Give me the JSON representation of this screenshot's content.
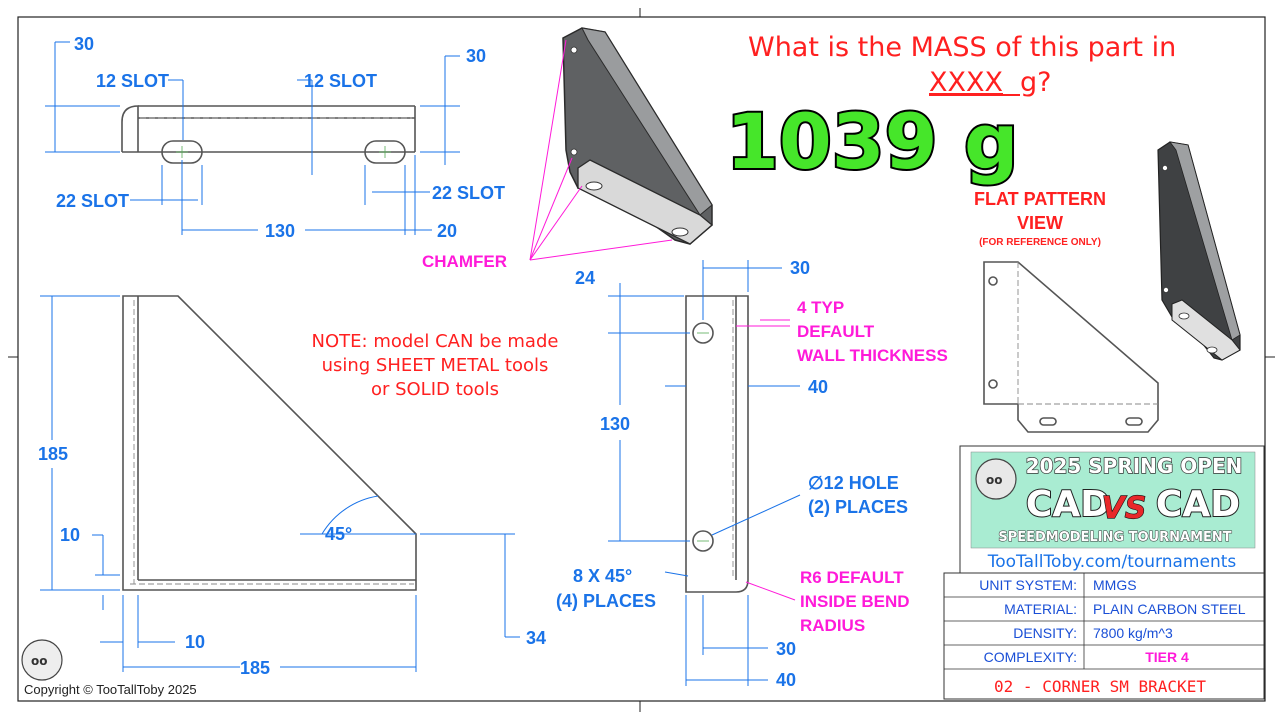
{
  "question": {
    "line1": "What is the MASS of this part in",
    "line2_underlined": "XXXX",
    "line2_suffix": " g?"
  },
  "answer": "1039 g",
  "top_view": {
    "dim_30_left": "30",
    "dim_30_right": "30",
    "slot_left": "12 SLOT",
    "slot_right": "12 SLOT",
    "slot22_left": "22 SLOT",
    "slot22_right": "22 SLOT",
    "dim_130": "130",
    "dim_20": "20"
  },
  "iso_callout": "CHAMFER",
  "front_view": {
    "dim_185_v": "185",
    "dim_10_v": "10",
    "angle": "45°",
    "dim_10_h": "10",
    "dim_185_h": "185",
    "dim_34": "34"
  },
  "note": {
    "line1": "NOTE:  model CAN be made",
    "line2": "using SHEET METAL tools",
    "line3": "or SOLID tools"
  },
  "side_view": {
    "dim_24": "24",
    "dim_30_top": "30",
    "dim_130": "130",
    "dim_40_mid": "40",
    "wall_1": "4 TYP",
    "wall_2": "DEFAULT",
    "wall_3": "WALL THICKNESS",
    "hole_1": "∅12 HOLE",
    "hole_2": "(2) PLACES",
    "chamfer_1": "8 X 45°",
    "chamfer_2": "(4) PLACES",
    "bend_1": "R6 DEFAULT",
    "bend_2": "INSIDE BEND",
    "bend_3": "RADIUS",
    "dim_30_bottom": "30",
    "dim_40_bottom": "40"
  },
  "flat_pattern": {
    "title1": "FLAT PATTERN",
    "title2": "VIEW",
    "subtitle": "(FOR REFERENCE ONLY)"
  },
  "banner": {
    "line1": "2025 SPRING OPEN",
    "cad_left": "CAD",
    "vs": "VS",
    "cad_right": "CAD",
    "line3": "SPEEDMODELING TOURNAMENT",
    "url": "TooTallToby.com/tournaments"
  },
  "title_block": {
    "rows": [
      {
        "label": "UNIT SYSTEM:",
        "value": "MMGS"
      },
      {
        "label": "MATERIAL:",
        "value": "PLAIN CARBON STEEL"
      },
      {
        "label": "DENSITY:",
        "value": "7800 kg/m^3"
      },
      {
        "label": "COMPLEXITY:",
        "value": "TIER 4"
      }
    ],
    "part_name": "02 - CORNER SM BRACKET"
  },
  "copyright": "Copyright © TooTallToby 2025",
  "colors": {
    "dimension": "#1a73e8",
    "callout": "#ff1ad9",
    "note": "#ff2020",
    "answer_fill": "#46e62a"
  }
}
